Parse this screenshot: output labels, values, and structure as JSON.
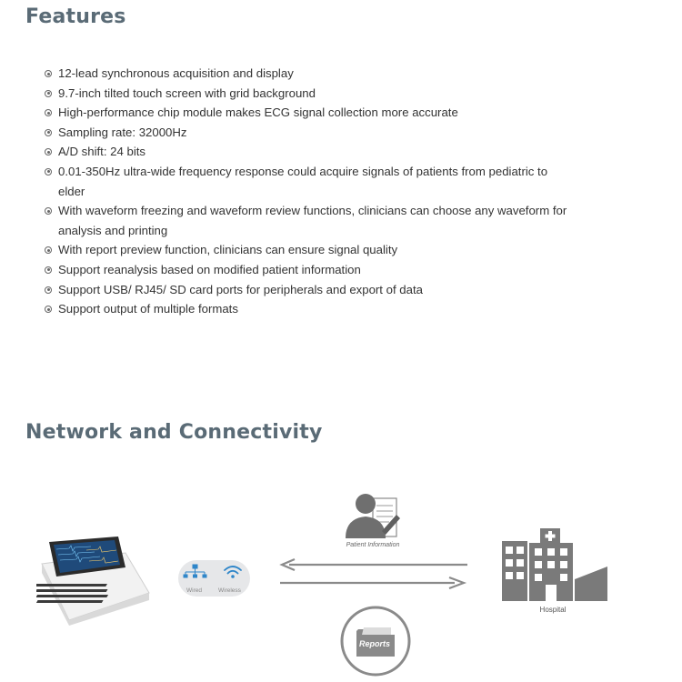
{
  "features": {
    "title": "Features",
    "items": [
      "12-lead synchronous acquisition and display",
      "9.7-inch tilted touch screen with grid background",
      "High-performance chip module makes ECG signal collection more accurate",
      "Sampling rate: 32000Hz",
      "A/D shift: 24 bits",
      "0.01-350Hz ultra-wide frequency response could acquire signals of patients from pediatric to elder",
      "With waveform freezing and waveform review functions, clinicians can choose any waveform for analysis and printing",
      "With report preview function, clinicians can ensure signal quality",
      "Support reanalysis based on modified patient information",
      "Support USB/ RJ45/ SD card ports for peripherals and export of data",
      "Support output of multiple formats"
    ]
  },
  "network": {
    "title": "Network and Connectivity",
    "connection": {
      "wired_label": "Wired",
      "wireless_label": "Wireless"
    },
    "patient_information_label": "Patient Information",
    "hospital_label": "Hospital",
    "reports_label": "Reports"
  },
  "colors": {
    "heading": "#5a6b76",
    "icon_gray": "#7a7a7a",
    "icon_blue": "#2f86c9",
    "arrow_gray": "#8a8a8a"
  },
  "icons": [
    "ecg-device",
    "wired-network-icon",
    "wifi-icon",
    "patient-info-icon",
    "hospital-icon",
    "reports-folder-icon"
  ]
}
